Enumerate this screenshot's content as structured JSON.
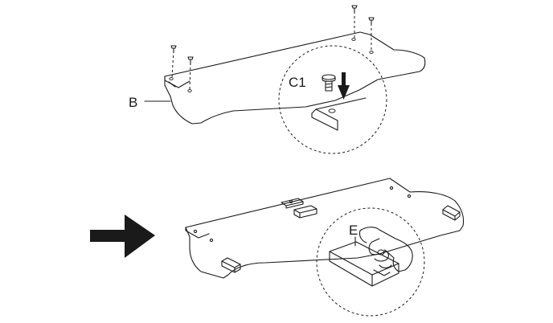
{
  "labels": {
    "part_b": "B",
    "screw_c1": "C1",
    "pad_e": "E"
  },
  "icons": {
    "insert_arrow": "arrow-down-icon",
    "next_step_arrow": "arrow-right-icon"
  },
  "colors": {
    "ink": "#1a1a1a",
    "background": "#ffffff"
  }
}
